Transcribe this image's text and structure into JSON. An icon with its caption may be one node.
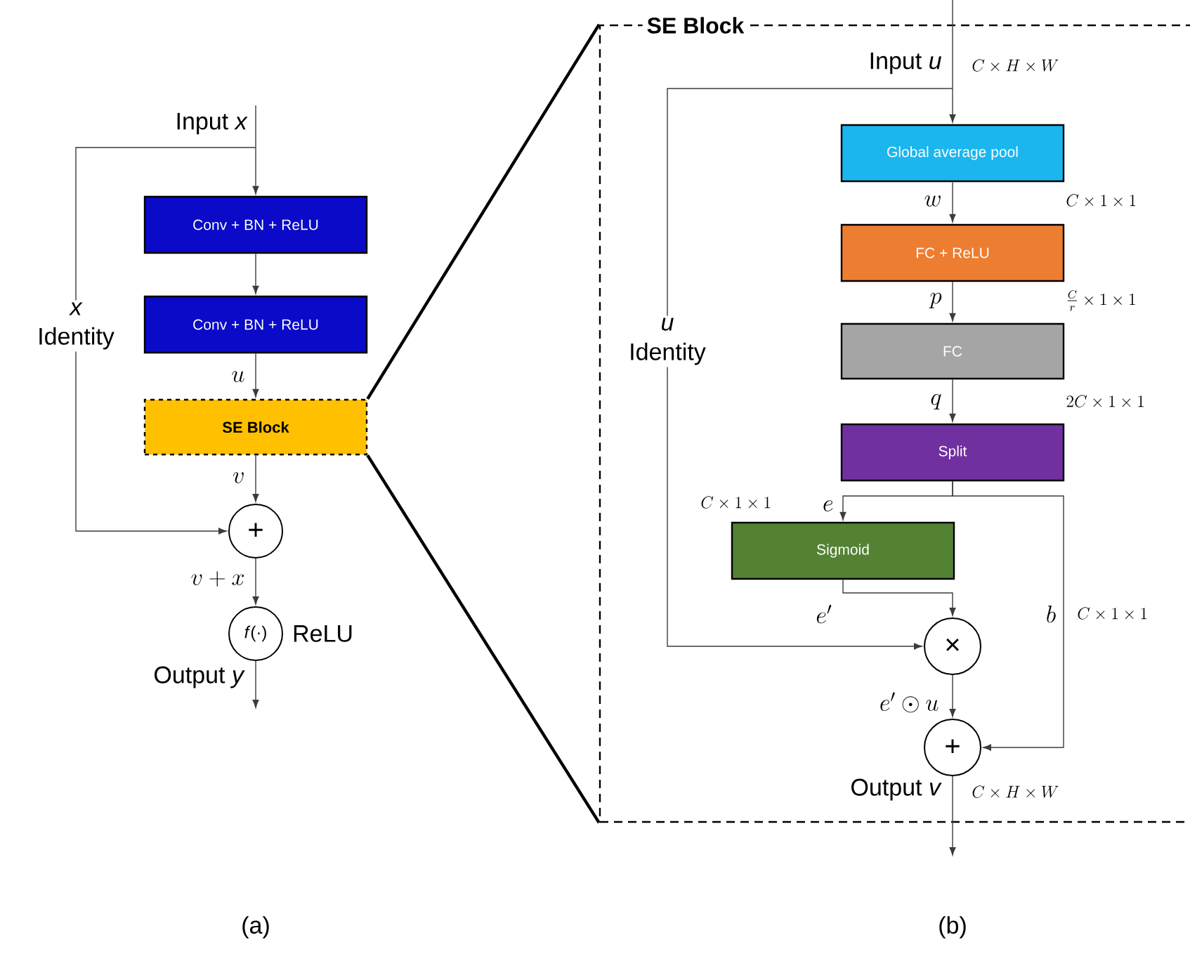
{
  "diagram": {
    "nodes": [
      {
        "text": [
          "Conv + BN + ReLU"
        ]
      },
      {
        "text": [
          "Conv + BN + ReLU"
        ]
      },
      {
        "text": [
          "SE Block"
        ]
      },
      {
        "text": [
          "+"
        ]
      },
      {
        "text": [
          "*f*(·)"
        ],
        "beside": [
          "ReLU"
        ]
      },
      {
        "text": [
          "SE Block"
        ]
      },
      {
        "text": [
          "Global average pool"
        ],
        "in": 5
      },
      {
        "text": [
          "FC + ReLU"
        ],
        "in": 5
      },
      {
        "text": [
          "FC"
        ],
        "in": 5
      },
      {
        "text": [
          "Split"
        ],
        "in": 5
      },
      {
        "text": [
          "Sigmoid"
        ],
        "in": 5
      },
      {
        "text": [
          "×"
        ],
        "in": 5
      },
      {
        "text": [
          "+"
        ],
        "in": 5
      }
    ],
    "edges": [
      {
        "from": null,
        "to": 0,
        "arrow": "to",
        "label": "Input *x*"
      },
      {
        "from": 0,
        "to": 1,
        "arrow": "to"
      },
      {
        "from": 1,
        "to": 2,
        "arrow": "to",
        "label": "u"
      },
      {
        "from": 2,
        "to": 3,
        "arrow": "to",
        "label": "v"
      },
      {
        "from": null,
        "to": 3,
        "arrow": "to",
        "label": "*x* Identity"
      },
      {
        "from": 3,
        "to": 4,
        "arrow": "to",
        "label": "v + x"
      },
      {
        "from": 4,
        "to": null,
        "arrow": "to",
        "label": "Output *y*"
      },
      {
        "from": 2,
        "to": 5,
        "arrow": "none",
        "style": "thick"
      },
      {
        "from": 2,
        "to": 5,
        "arrow": "none",
        "style": "thick"
      },
      {
        "from": null,
        "to": 6,
        "arrow": "to",
        "label": "Input *u*"
      },
      {
        "from": 6,
        "to": 7,
        "arrow": "to",
        "label": "w"
      },
      {
        "from": 7,
        "to": 8,
        "arrow": "to",
        "label": "p"
      },
      {
        "from": 8,
        "to": 9,
        "arrow": "to",
        "label": "q"
      },
      {
        "from": 9,
        "to": 10,
        "arrow": "to",
        "label": "e"
      },
      {
        "from": 10,
        "to": 11,
        "arrow": "to",
        "label": "e'"
      },
      {
        "from": null,
        "to": 11,
        "arrow": "to",
        "label": "*u* Identity"
      },
      {
        "from": 9,
        "to": 12,
        "arrow": "to",
        "label": "b"
      },
      {
        "from": 11,
        "to": 12,
        "arrow": "to",
        "label": "e' \\odot u"
      },
      {
        "from": 12,
        "to": null,
        "arrow": "to",
        "label": "Output *v*"
      }
    ],
    "labels": [
      "C \\times H \\times W",
      "C \\times 1 \\times 1",
      "\\frac{C}{r} \\times 1 \\times 1",
      "2C \\times 1 \\times 1",
      "C \\times 1 \\times 1",
      "C \\times 1 \\times 1",
      "C \\times H \\times W",
      "(a)",
      "(b)"
    ]
  }
}
